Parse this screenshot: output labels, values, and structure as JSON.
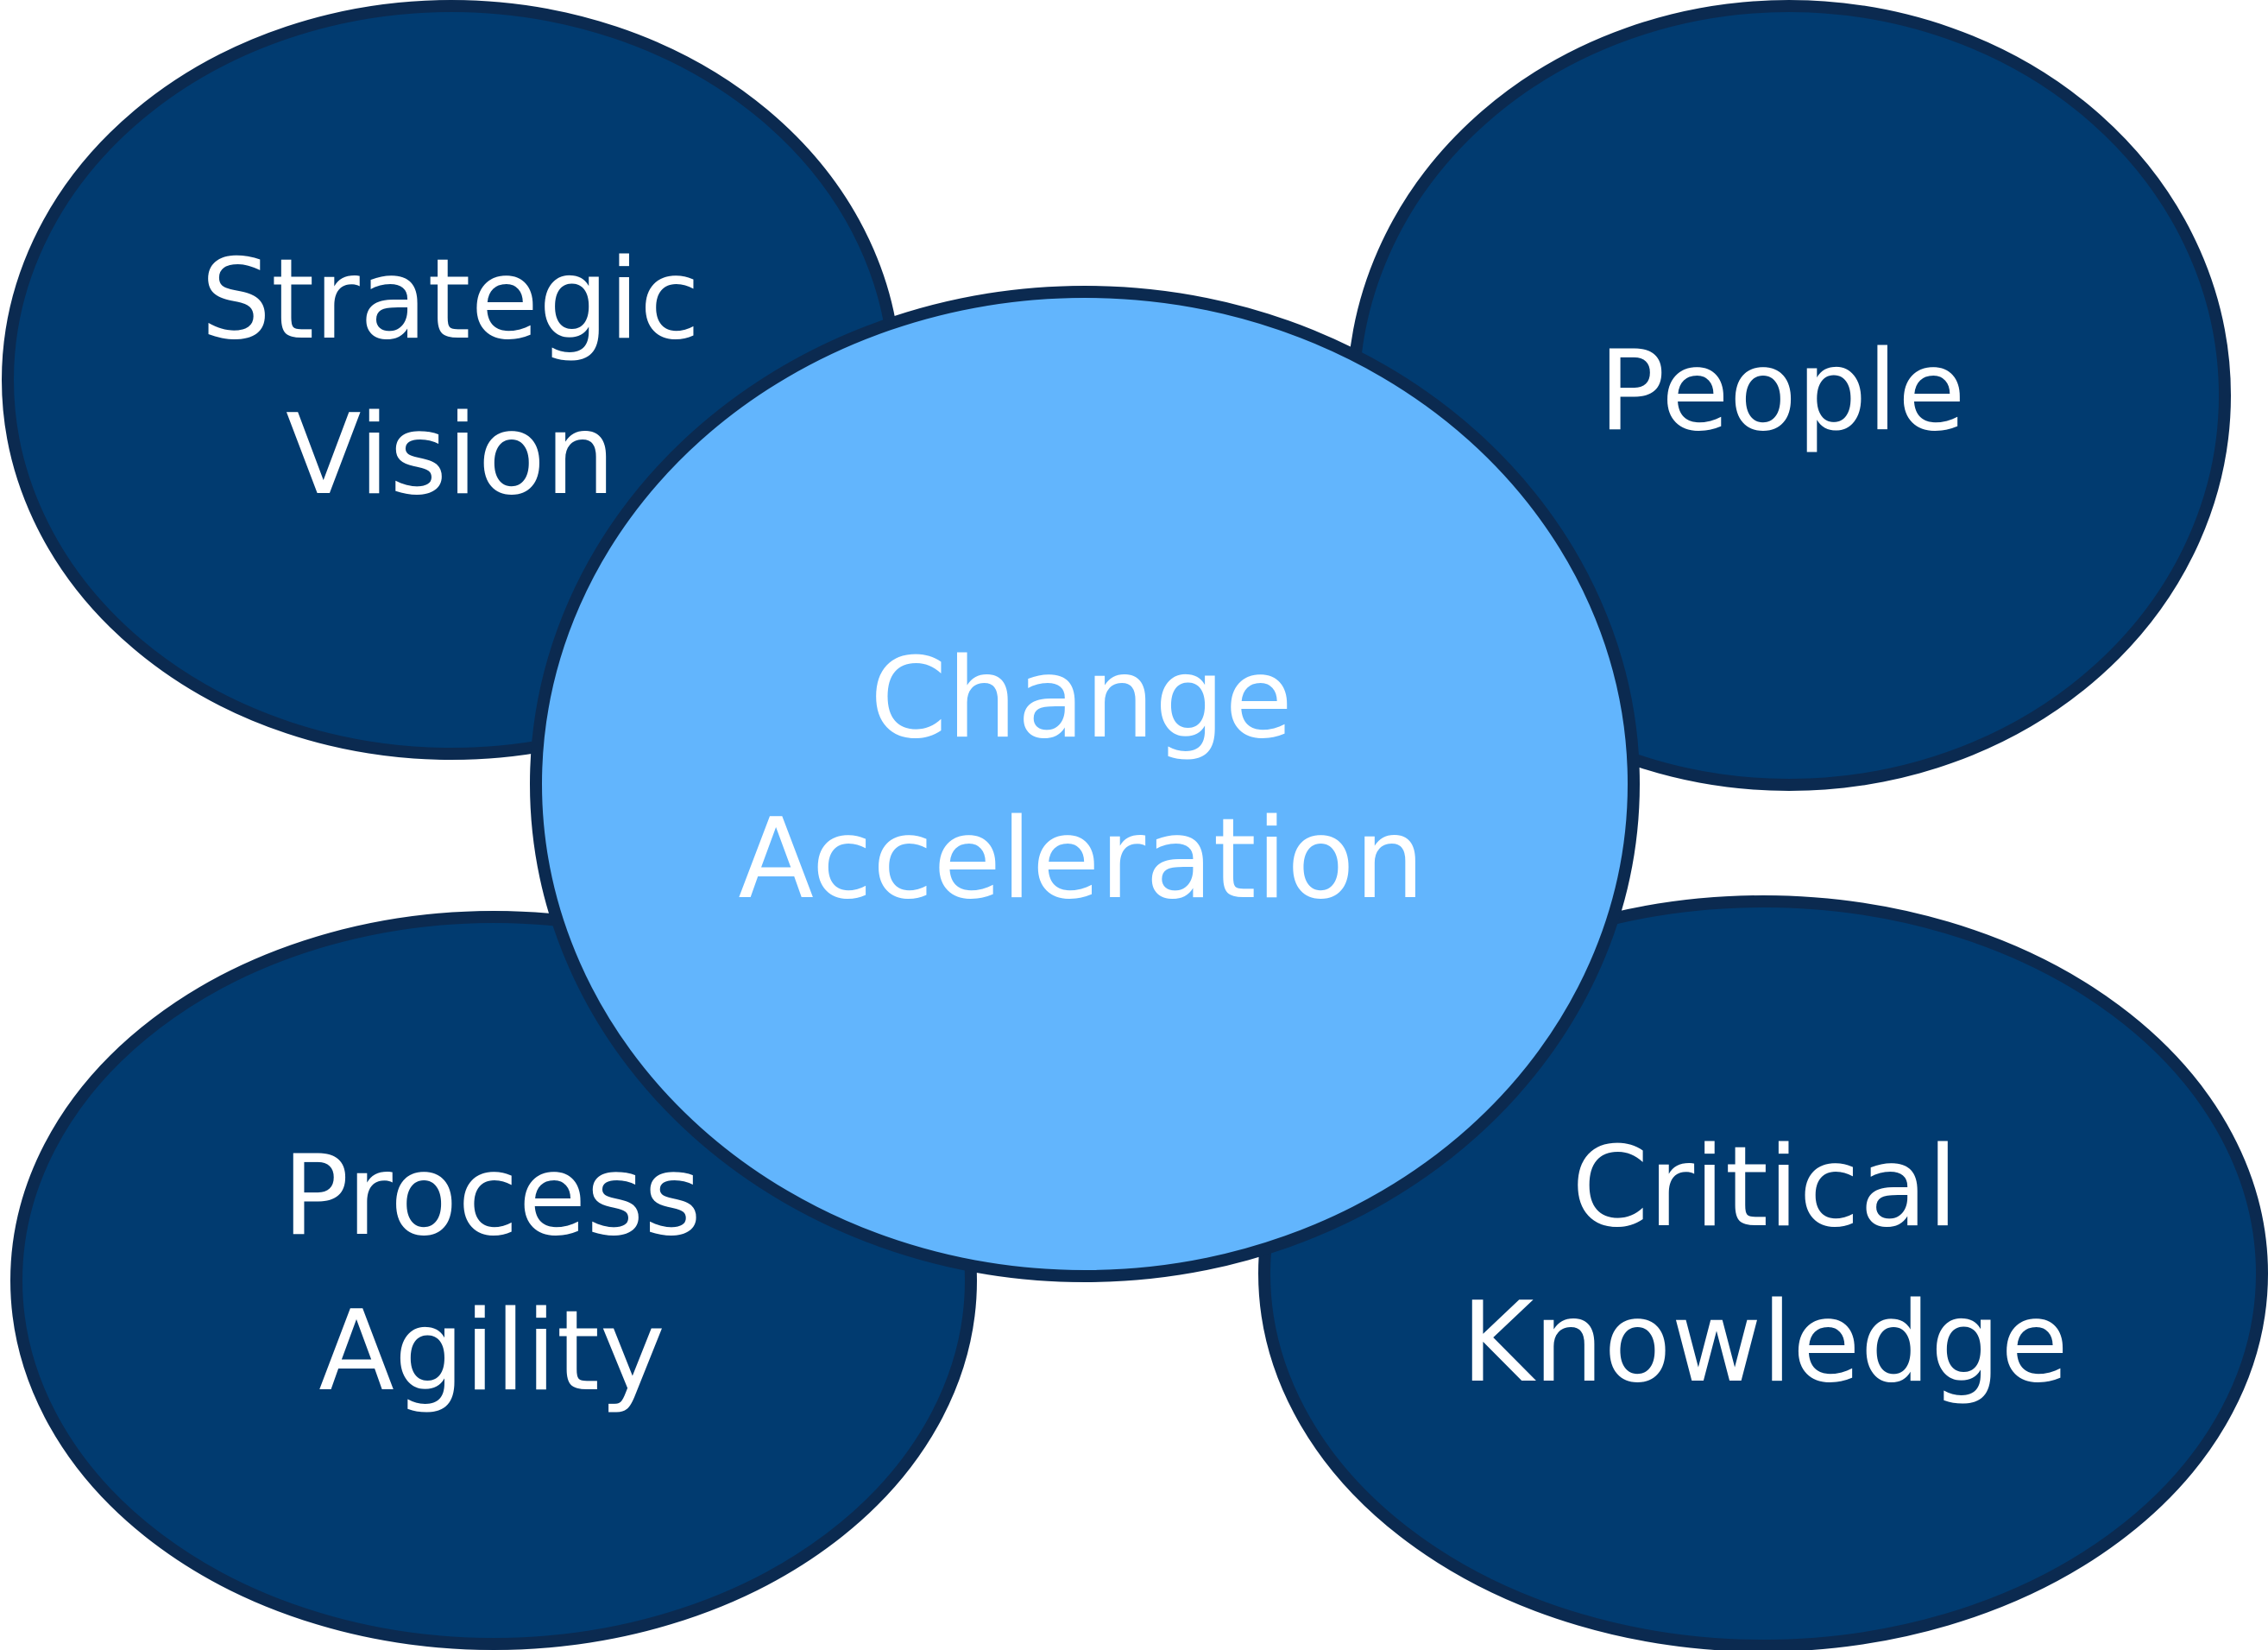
{
  "colors": {
    "outer_fill": "#013B70",
    "outer_stroke": "#0B2A50",
    "center_fill": "#62B5FD",
    "center_stroke": "#0B2A50",
    "text": "#FFFFFF"
  },
  "nodes": {
    "strategic_vision": {
      "line1": "Strategic",
      "line2": "Vision"
    },
    "people": {
      "line1": "People"
    },
    "process_agility": {
      "line1": "Process",
      "line2": "Agility"
    },
    "critical_knowledge": {
      "line1": "Critical",
      "line2": "Knowledge"
    },
    "center": {
      "line1": "Change",
      "line2": "Acceleration"
    }
  }
}
